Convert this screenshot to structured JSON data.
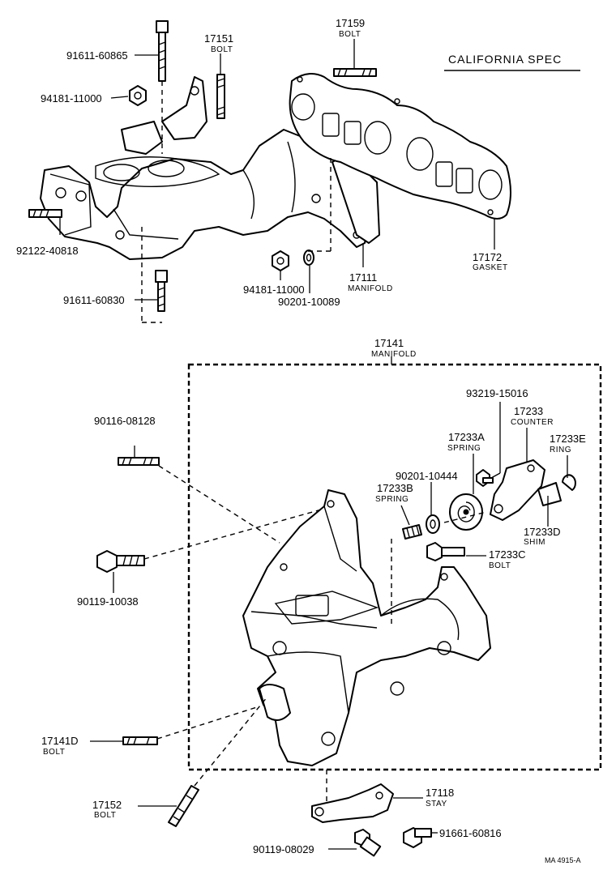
{
  "spec_label": "CALIFORNIA SPEC",
  "figure_code": "MA 4915-A",
  "parts": {
    "p91611_60865": {
      "number": "91611-60865",
      "name": ""
    },
    "p17151": {
      "number": "17151",
      "name": "BOLT"
    },
    "p17159": {
      "number": "17159",
      "name": "BOLT"
    },
    "p94181_11000_top": {
      "number": "94181-11000",
      "name": ""
    },
    "p92122_40818": {
      "number": "92122-40818",
      "name": ""
    },
    "p91611_60830": {
      "number": "91611-60830",
      "name": ""
    },
    "p94181_11000_mid": {
      "number": "94181-11000",
      "name": ""
    },
    "p90201_10089": {
      "number": "90201-10089",
      "name": ""
    },
    "p17111": {
      "number": "17111",
      "name": "MANIFOLD"
    },
    "p17172": {
      "number": "17172",
      "name": "GASKET"
    },
    "p17141": {
      "number": "17141",
      "name": "MANIFOLD"
    },
    "p93219_15016": {
      "number": "93219-15016",
      "name": ""
    },
    "p17233": {
      "number": "17233",
      "name": "COUNTER"
    },
    "p17233A": {
      "number": "17233A",
      "name": "SPRING"
    },
    "p17233E": {
      "number": "17233E",
      "name": "RING"
    },
    "p90201_10444": {
      "number": "90201-10444",
      "name": ""
    },
    "p17233B": {
      "number": "17233B",
      "name": "SPRING"
    },
    "p17233D": {
      "number": "17233D",
      "name": "SHIM"
    },
    "p17233C": {
      "number": "17233C",
      "name": "BOLT"
    },
    "p90116_08128": {
      "number": "90116-08128",
      "name": ""
    },
    "p90119_10038": {
      "number": "90119-10038",
      "name": ""
    },
    "p17141D": {
      "number": "17141D",
      "name": "BOLT"
    },
    "p17152": {
      "number": "17152",
      "name": "BOLT"
    },
    "p17118": {
      "number": "17118",
      "name": "STAY"
    },
    "p90119_08029": {
      "number": "90119-08029",
      "name": ""
    },
    "p91661_60816": {
      "number": "91661-60816",
      "name": ""
    }
  }
}
